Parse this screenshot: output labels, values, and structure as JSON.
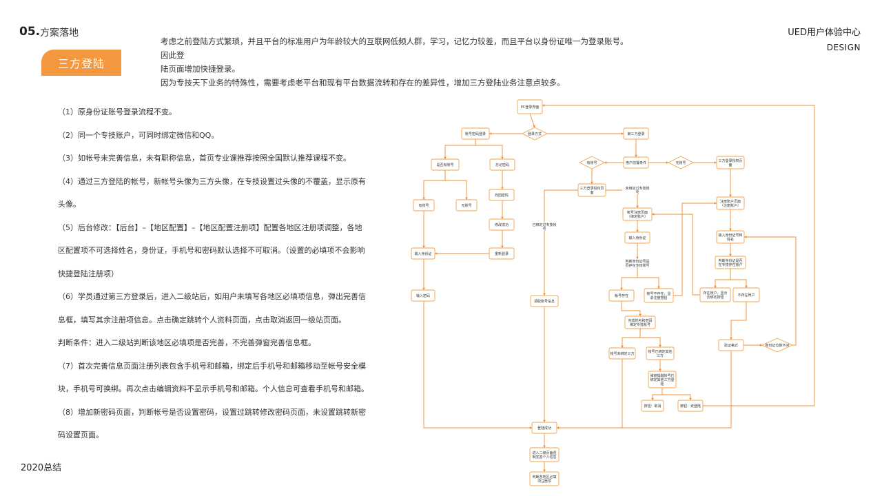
{
  "section": {
    "number": "05.",
    "title": "方案落地"
  },
  "tag_label": "三方登陆",
  "intro_lines": [
    "考虑之前登陆方式繁琐，并且平台的标准用户为年龄较大的互联网低频人群，学习，记忆力较差，而且平台以身份证唯一为登录账号。因此登",
    "陆页面增加快捷登录。",
    "因为专技天下业务的特殊性，需要考虑老平台和现有平台数据流转和存在的差异性，增加三方登陆业务注意点较多。"
  ],
  "brand": {
    "line1": "UED用户体验中心",
    "line2": "DESIGN"
  },
  "notes": [
    "（1）原身份证账号登录流程不变。",
    "（2）同一个专技账户，可同时绑定微信和QQ。",
    "（3）如帐号未完善信息，未有职称信息，首页专业课推荐按照全国默认推荐课程不变。",
    "（4）通过三方登陆的帐号，新帐号头像为三方头像，在专技设置过头像的不覆盖，显示原有",
    "头像。",
    "（5）后台修改：【后台】–【地区配置】–【地区配置注册项】配置各地区注册项调整，各地",
    "区配置项不可选择姓名，身份证，手机号和密码默认选择不可取消。（设置的必填项不会影响",
    "快捷登陆注册项）",
    "（6）学员通过第三方登录后，进入二级站后，如用户未填写各地区必填项信息，弹出完善信",
    "息框，填写其余注册项信息。点击确定跳转个人资料页面，点击取消返回一级站页面。",
    "判断条件：进入二级站判断该地区必填项是否完善，不完善弹窗完善信息框。",
    "（7）首次完善信息页面注册列表包含手机号和邮箱，绑定后手机号和邮箱移动至帐号安全模",
    "块，手机号可换绑。再次点击编辑资料不显示手机号和邮箱。个人信息可查看手机号和邮箱。",
    "（8）增加新密码页面，判断帐号是否设置密码，设置过跳转修改密码页面，未设置跳转新密",
    "码设置页面。"
  ],
  "footer": "2020总结",
  "flow_nodes": {
    "n1": [
      "PC登录界面"
    ],
    "d1": [
      "登录方式"
    ],
    "n2": [
      "账号密码登录"
    ],
    "n3": [
      "第三方登录"
    ],
    "n4": [
      "是否有账号"
    ],
    "n5": [
      "忘记密码"
    ],
    "n6": [
      "有账号"
    ],
    "n7": [
      "无账号"
    ],
    "n8": [
      "找回密码"
    ],
    "n9": [
      "修改成功"
    ],
    "n10": [
      "重新登录"
    ],
    "n11": [
      "输入身份证"
    ],
    "n12": [
      "输入密码"
    ],
    "d2": [
      "有账号"
    ],
    "n13": [
      "用户前置条件"
    ],
    "d3": [
      "无账号"
    ],
    "n14": [
      "三方登录授权页",
      "面"
    ],
    "n15": [
      "三方登录授权页",
      "面"
    ],
    "t1": [
      "未绑定过专技账",
      "号"
    ],
    "t2": [
      "已绑定过专技帐",
      "号"
    ],
    "n16": [
      "帐号注册页面",
      "（绑定账户）"
    ],
    "n17": [
      "输入身份证"
    ],
    "t3": [
      "判断身份证号是",
      "否存在专技账号"
    ],
    "n18": [
      "帐号存在"
    ],
    "n19": [
      "帐号不存在，显",
      "去注册按钮"
    ],
    "n20": [
      "完善姓名和密码",
      "绑定专技账号"
    ],
    "n21": [
      "帐号未绑定三方"
    ],
    "n22": [
      "帐号已绑定其他",
      "三方"
    ],
    "n23": [
      "弹窗提醒帐号已",
      "绑定其他三方登",
      "陆"
    ],
    "n24": [
      "按钮：取消"
    ],
    "n25": [
      "按钮：去登陆"
    ],
    "n26": [
      "调取账号信息"
    ],
    "n27": [
      "注册账户页面",
      "（注册账户）"
    ],
    "n28": [
      "输入身份证号和",
      "姓名"
    ],
    "n29": [
      "判断身份证是否",
      "在专技存在账户"
    ],
    "n30": [
      "存在账户，显示",
      "去绑定按钮"
    ],
    "n31": [
      "不存在账户"
    ],
    "n32": [
      "验证格式"
    ],
    "d4": [
      "身份证位数不对"
    ],
    "n33": [
      "登陆成功"
    ],
    "n34": [
      "进入二级页面强",
      "制完善个人信息"
    ],
    "n35": [
      "判断各地区必填",
      "项注册项"
    ]
  }
}
